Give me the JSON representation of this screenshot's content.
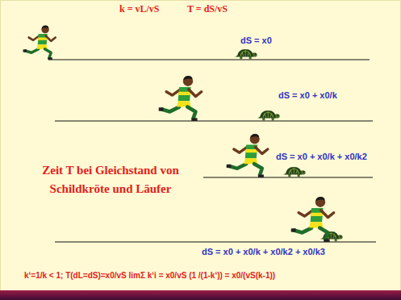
{
  "diagram": {
    "labels": [
      "k = vL/vS",
      "T = dS/vS",
      "dS = x0",
      "dS = x0 + x0/k",
      "dS = x0 + x0/k + x0/k2",
      "Zeit T bei Gleichstand von Schildkröte und Läufer",
      "dS = x0 + x0/k + x0/k2 + x0/k3",
      "k‘=1/k < 1; T(dL=dS)=x0/vS limΣ k‘i = x0/vS (1 /(1-k‘)) = x0/(vS(k-1))"
    ]
  }
}
